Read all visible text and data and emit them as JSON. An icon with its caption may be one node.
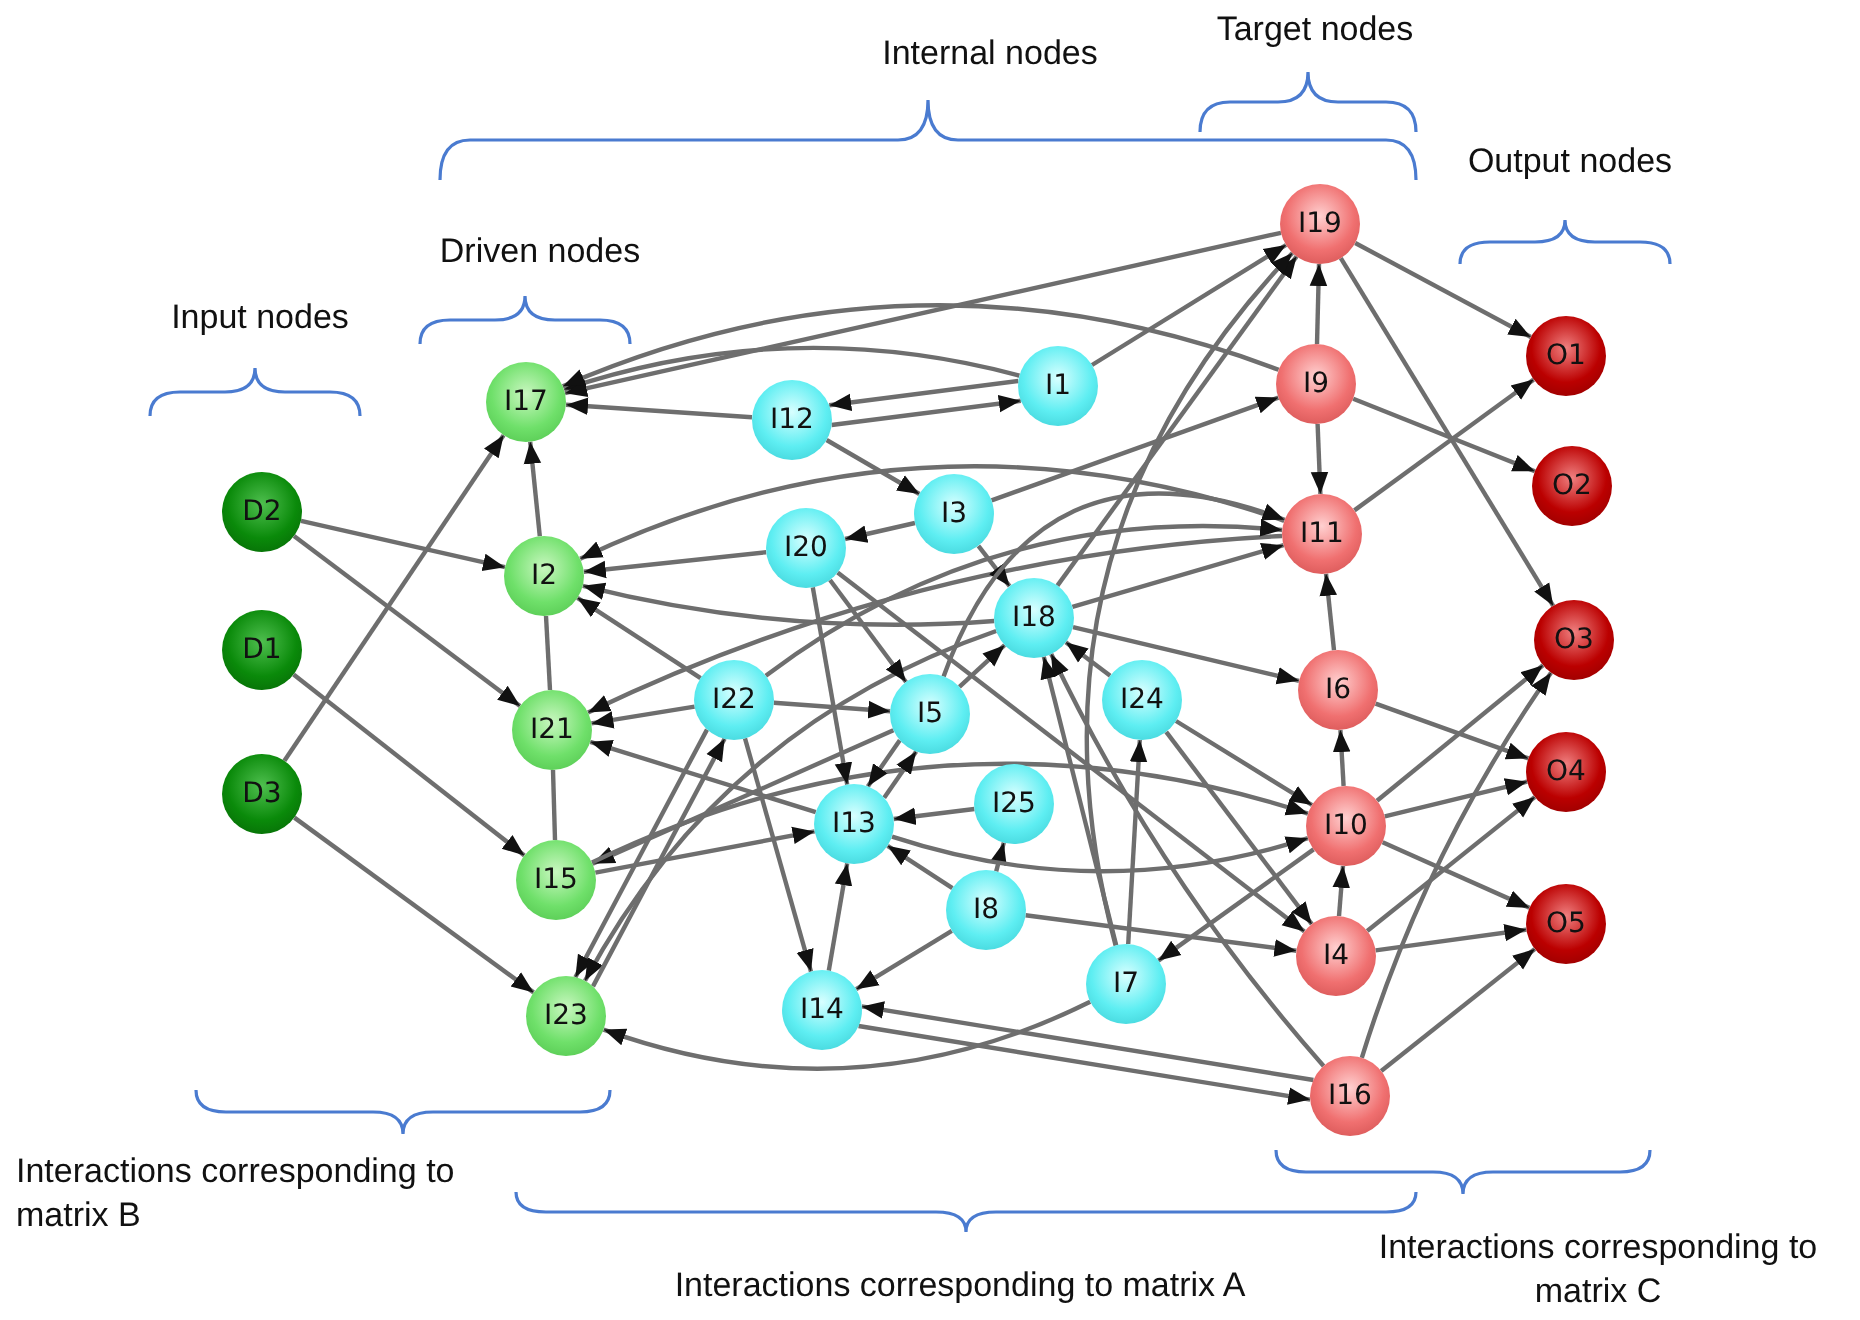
{
  "diagram": {
    "nodes": [
      {
        "text": [
          "D2"
        ]
      },
      {
        "text": [
          "D1"
        ]
      },
      {
        "text": [
          "D3"
        ]
      },
      {
        "text": [
          "I17"
        ]
      },
      {
        "text": [
          "I2"
        ]
      },
      {
        "text": [
          "I21"
        ]
      },
      {
        "text": [
          "I15"
        ]
      },
      {
        "text": [
          "I23"
        ]
      },
      {
        "text": [
          "I12"
        ]
      },
      {
        "text": [
          "I1"
        ]
      },
      {
        "text": [
          "I3"
        ]
      },
      {
        "text": [
          "I20"
        ]
      },
      {
        "text": [
          "I18"
        ]
      },
      {
        "text": [
          "I22"
        ]
      },
      {
        "text": [
          "I5"
        ]
      },
      {
        "text": [
          "I24"
        ]
      },
      {
        "text": [
          "I13"
        ]
      },
      {
        "text": [
          "I25"
        ]
      },
      {
        "text": [
          "I8"
        ]
      },
      {
        "text": [
          "I7"
        ]
      },
      {
        "text": [
          "I14"
        ]
      },
      {
        "text": [
          "I19"
        ]
      },
      {
        "text": [
          "I9"
        ]
      },
      {
        "text": [
          "I11"
        ]
      },
      {
        "text": [
          "I6"
        ]
      },
      {
        "text": [
          "I10"
        ]
      },
      {
        "text": [
          "I4"
        ]
      },
      {
        "text": [
          "I16"
        ]
      },
      {
        "text": [
          "O1"
        ]
      },
      {
        "text": [
          "O2"
        ]
      },
      {
        "text": [
          "O3"
        ]
      },
      {
        "text": [
          "O4"
        ]
      },
      {
        "text": [
          "O5"
        ]
      }
    ],
    "edges": [
      {
        "from": 0,
        "to": 4,
        "arrow": "to"
      },
      {
        "from": 0,
        "to": 5,
        "arrow": "to"
      },
      {
        "from": 1,
        "to": 6,
        "arrow": "to"
      },
      {
        "from": 2,
        "to": 3,
        "arrow": "to"
      },
      {
        "from": 2,
        "to": 7,
        "arrow": "to"
      },
      {
        "from": 4,
        "to": 3,
        "arrow": "to"
      },
      {
        "from": 4,
        "to": 5,
        "arrow": "none"
      },
      {
        "from": 5,
        "to": 6,
        "arrow": "none"
      },
      {
        "from": 21,
        "to": 28,
        "arrow": "to"
      },
      {
        "from": 21,
        "to": 30,
        "arrow": "to"
      },
      {
        "from": 22,
        "to": 29,
        "arrow": "to"
      },
      {
        "from": 23,
        "to": 28,
        "arrow": "to"
      },
      {
        "from": 24,
        "to": 31,
        "arrow": "to"
      },
      {
        "from": 25,
        "to": 30,
        "arrow": "to"
      },
      {
        "from": 25,
        "to": 31,
        "arrow": "to"
      },
      {
        "from": 25,
        "to": 32,
        "arrow": "to"
      },
      {
        "from": 26,
        "to": 31,
        "arrow": "to"
      },
      {
        "from": 26,
        "to": 32,
        "arrow": "to"
      },
      {
        "from": 27,
        "to": 30,
        "arrow": "to"
      },
      {
        "from": 27,
        "to": 32,
        "arrow": "to"
      },
      {
        "from": 22,
        "to": 21,
        "arrow": "to"
      },
      {
        "from": 22,
        "to": 23,
        "arrow": "to"
      },
      {
        "from": 24,
        "to": 23,
        "arrow": "to"
      },
      {
        "from": 25,
        "to": 24,
        "arrow": "to"
      },
      {
        "from": 26,
        "to": 25,
        "arrow": "to"
      },
      {
        "from": 8,
        "to": 9,
        "arrow": "to"
      },
      {
        "from": 9,
        "to": 8,
        "arrow": "to"
      },
      {
        "from": 8,
        "to": 10,
        "arrow": "to"
      },
      {
        "from": 10,
        "to": 11,
        "arrow": "to"
      },
      {
        "from": 9,
        "to": 3,
        "arrow": "to"
      },
      {
        "from": 21,
        "to": 3,
        "arrow": "to"
      },
      {
        "from": 22,
        "to": 3,
        "arrow": "to"
      },
      {
        "from": 8,
        "to": 3,
        "arrow": "to"
      },
      {
        "from": 11,
        "to": 4,
        "arrow": "to"
      },
      {
        "from": 23,
        "to": 4,
        "arrow": "to"
      },
      {
        "from": 12,
        "to": 4,
        "arrow": "to"
      },
      {
        "from": 13,
        "to": 4,
        "arrow": "to"
      },
      {
        "from": 13,
        "to": 5,
        "arrow": "to"
      },
      {
        "from": 16,
        "to": 5,
        "arrow": "to"
      },
      {
        "from": 23,
        "to": 5,
        "arrow": "to"
      },
      {
        "from": 14,
        "to": 6,
        "arrow": "to"
      },
      {
        "from": 6,
        "to": 25,
        "arrow": "to"
      },
      {
        "from": 6,
        "to": 16,
        "arrow": "to"
      },
      {
        "from": 13,
        "to": 7,
        "arrow": "to"
      },
      {
        "from": 12,
        "to": 7,
        "arrow": "to"
      },
      {
        "from": 19,
        "to": 7,
        "arrow": "to"
      },
      {
        "from": 7,
        "to": 13,
        "arrow": "to"
      },
      {
        "from": 12,
        "to": 21,
        "arrow": "to"
      },
      {
        "from": 9,
        "to": 21,
        "arrow": "to"
      },
      {
        "from": 10,
        "to": 22,
        "arrow": "to"
      },
      {
        "from": 19,
        "to": 21,
        "arrow": "to"
      },
      {
        "from": 11,
        "to": 14,
        "arrow": "to"
      },
      {
        "from": 11,
        "to": 16,
        "arrow": "to"
      },
      {
        "from": 10,
        "to": 12,
        "arrow": "to"
      },
      {
        "from": 14,
        "to": 12,
        "arrow": "to"
      },
      {
        "from": 18,
        "to": 17,
        "arrow": "to"
      },
      {
        "from": 17,
        "to": 16,
        "arrow": "to"
      },
      {
        "from": 18,
        "to": 16,
        "arrow": "to"
      },
      {
        "from": 18,
        "to": 20,
        "arrow": "to"
      },
      {
        "from": 20,
        "to": 16,
        "arrow": "to"
      },
      {
        "from": 13,
        "to": 20,
        "arrow": "to"
      },
      {
        "from": 19,
        "to": 15,
        "arrow": "to"
      },
      {
        "from": 19,
        "to": 12,
        "arrow": "to"
      },
      {
        "from": 15,
        "to": 12,
        "arrow": "to"
      },
      {
        "from": 27,
        "to": 20,
        "arrow": "to"
      },
      {
        "from": 20,
        "to": 27,
        "arrow": "to"
      },
      {
        "from": 15,
        "to": 25,
        "arrow": "to"
      },
      {
        "from": 15,
        "to": 26,
        "arrow": "to"
      },
      {
        "from": 12,
        "to": 24,
        "arrow": "to"
      },
      {
        "from": 14,
        "to": 16,
        "arrow": "to"
      },
      {
        "from": 16,
        "to": 14,
        "arrow": "to"
      },
      {
        "from": 13,
        "to": 14,
        "arrow": "to"
      },
      {
        "from": 25,
        "to": 19,
        "arrow": "to"
      },
      {
        "from": 11,
        "to": 26,
        "arrow": "to"
      },
      {
        "from": 12,
        "to": 23,
        "arrow": "to"
      },
      {
        "from": 14,
        "to": 23,
        "arrow": "to"
      },
      {
        "from": 13,
        "to": 23,
        "arrow": "to"
      },
      {
        "from": 16,
        "to": 25,
        "arrow": "to"
      },
      {
        "from": 18,
        "to": 26,
        "arrow": "to"
      },
      {
        "from": 27,
        "to": 12,
        "arrow": "to"
      }
    ],
    "labels": [
      "Internal nodes",
      "Target nodes",
      "Output nodes",
      "Driven nodes",
      "Input nodes",
      "Interactions corresponding to matrix B",
      "Interactions corresponding to matrix C",
      "Interactions corresponding to matrix A"
    ]
  }
}
